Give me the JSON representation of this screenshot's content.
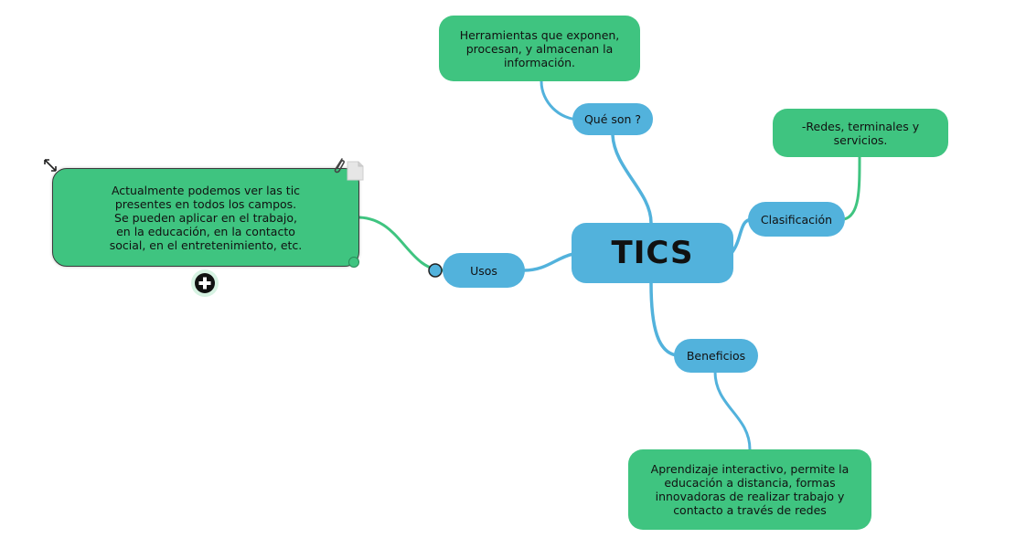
{
  "diagram": {
    "central": {
      "label": "TICS"
    },
    "branches": {
      "que_son": {
        "label": "Qué son ?",
        "detail": "Herramientas que exponen,\nprocesan, y almacenan la\ninformación."
      },
      "clasificacion": {
        "label": "Clasificación",
        "detail": "-Redes, terminales y\nservicios."
      },
      "usos": {
        "label": "Usos",
        "detail": "Actualmente podemos ver las tic\npresentes en todos los campos.\nSe pueden aplicar en el trabajo,\nen la educación, en la contacto\nsocial, en el entretenimiento, etc."
      },
      "beneficios": {
        "label": "Beneficios",
        "detail": "Aprendizaje interactivo, permite la\neducación a distancia, formas\ninnovadoras de realizar trabajo y\ncontacto a través de redes"
      }
    }
  },
  "colors": {
    "topic_green": "#3fc480",
    "subtopic_blue": "#52b2dc",
    "link_blue": "#52b2dc",
    "link_green": "#3fc480"
  },
  "icons": {
    "resize": "resize-arrows-icon",
    "attach": "paperclip-icon",
    "note": "note-icon",
    "add": "add-circle-icon"
  }
}
